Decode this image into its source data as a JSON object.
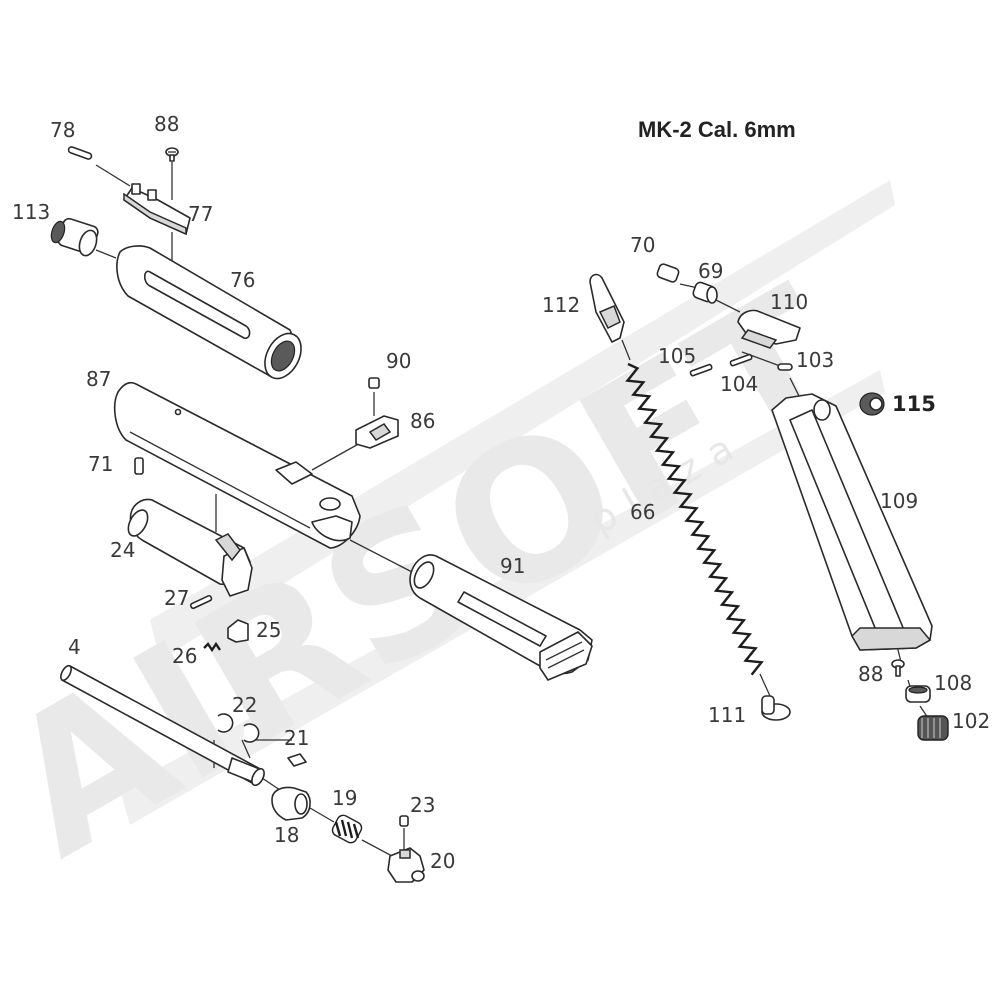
{
  "title": "MK-2 Cal.  6mm",
  "watermark": {
    "brand": "AIRSOFT",
    "subtext": "plaza"
  },
  "part_labels": {
    "p78": "78",
    "p88a": "88",
    "p77": "77",
    "p113": "113",
    "p76": "76",
    "p87": "87",
    "p90": "90",
    "p86": "86",
    "p71": "71",
    "p24": "24",
    "p91": "91",
    "p27": "27",
    "p25": "25",
    "p26": "26",
    "p4": "4",
    "p22": "22",
    "p21": "21",
    "p19": "19",
    "p23": "23",
    "p18": "18",
    "p20": "20",
    "p70": "70",
    "p69": "69",
    "p112": "112",
    "p110": "110",
    "p105": "105",
    "p103": "103",
    "p104": "104",
    "p115": "115",
    "p66": "66",
    "p109": "109",
    "p111": "111",
    "p88b": "88",
    "p108": "108",
    "p102": "102"
  },
  "colors": {
    "line": "#2a2a2a",
    "label": "#3a3a3a",
    "watermark": "#e9e9e9"
  }
}
